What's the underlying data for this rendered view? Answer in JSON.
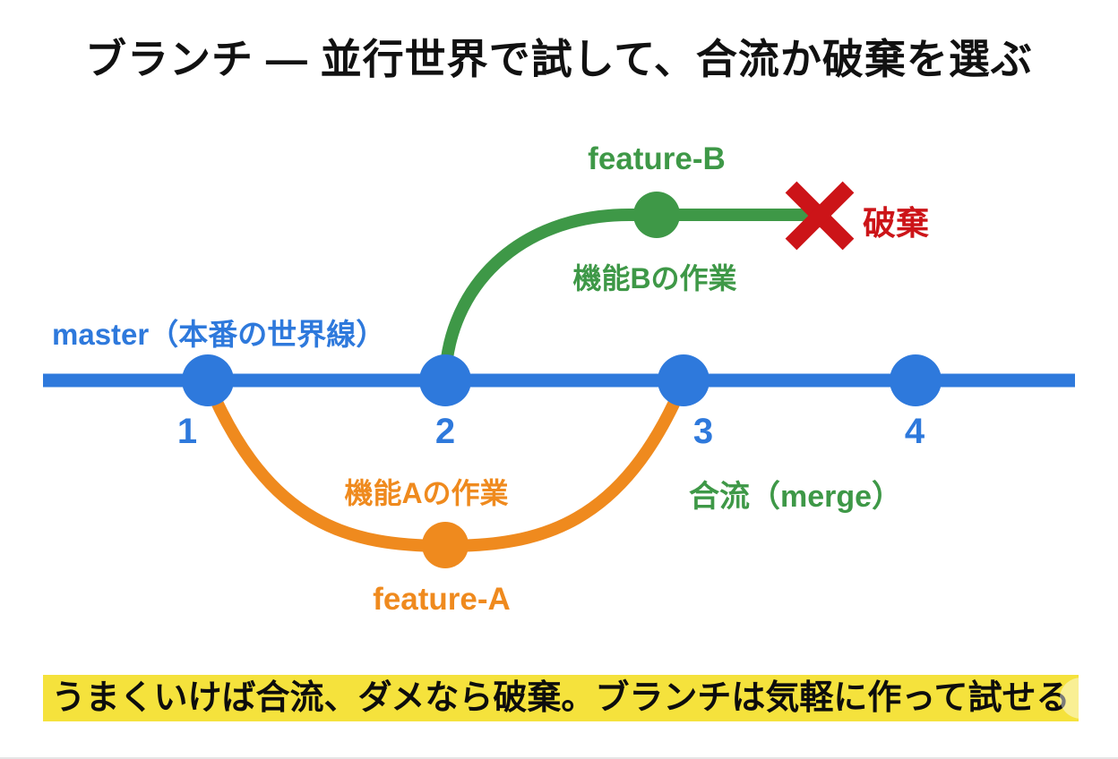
{
  "title": "ブランチ — 並行世界で試して、合流か破棄を選ぶ",
  "colors": {
    "master_blue": "#2e79dc",
    "branch_green": "#3e9847",
    "branch_orange": "#ef8a1e",
    "discard_red": "#cc1418",
    "banner_yellow": "#f5e23c",
    "title_black": "#111111"
  },
  "master": {
    "label": "master（本番の世界線）",
    "nodes": [
      {
        "number": "1"
      },
      {
        "number": "2"
      },
      {
        "number": "3"
      },
      {
        "number": "4"
      }
    ]
  },
  "feature_b": {
    "branch_label": "feature-B",
    "work_label": "機能Bの作業",
    "outcome_label": "破棄"
  },
  "feature_a": {
    "branch_label": "feature-A",
    "work_label": "機能Aの作業",
    "outcome_label": "合流（merge）"
  },
  "banner": "うまくいけば合流、ダメなら破棄。ブランチは気軽に作って試せる"
}
